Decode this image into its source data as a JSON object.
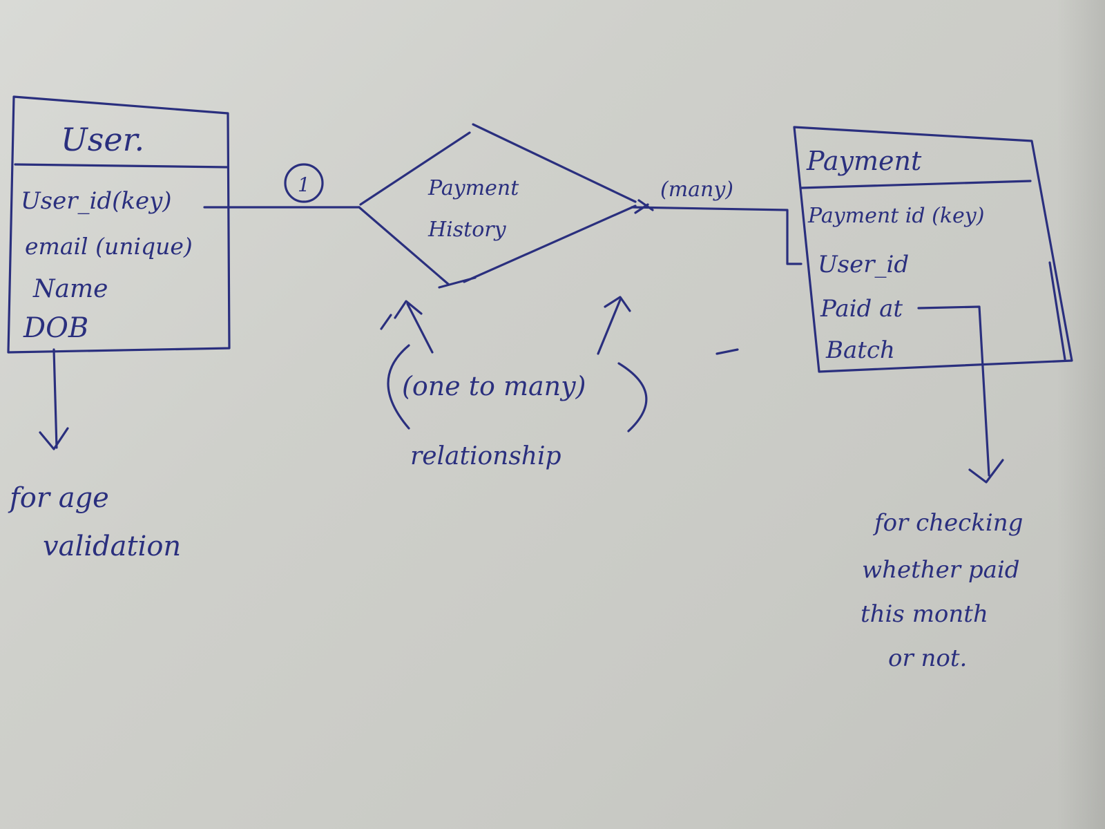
{
  "diagram": {
    "ink_color": "#2a2f7e",
    "paper_color": "#d2d3cf",
    "user_entity": {
      "title": "User.",
      "attributes": [
        "User_id(key)",
        "email (unique)",
        "Name",
        "DOB"
      ]
    },
    "relationship": {
      "label_line1": "Payment",
      "label_line2": "History",
      "one_side": "1",
      "many_side": "(many)"
    },
    "payment_entity": {
      "title": "Payment",
      "attributes": [
        "Payment id (key)",
        "User_id",
        "Paid at",
        "Batch"
      ]
    },
    "notes": {
      "cardinality_line1": "(one to many)",
      "cardinality_line2": "relationship",
      "age_line1": "for age",
      "age_line2": "validation",
      "paid_line1": "for checking",
      "paid_line2": "whether paid",
      "paid_line3": "this month",
      "paid_line4": "or not."
    }
  }
}
